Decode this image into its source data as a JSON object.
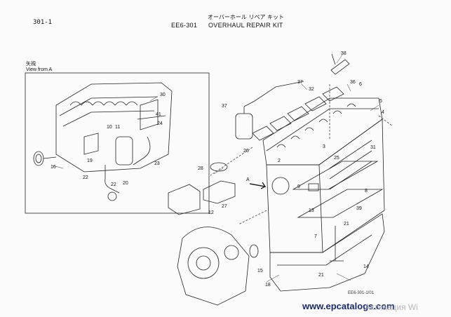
{
  "header": {
    "page_ref": "301-1",
    "section_code": "EE6-301",
    "title_jp": "オーバーホール リペア キット",
    "title_en": "OVERHAUL REPAIR KIT"
  },
  "inset": {
    "label_jp": "矢視",
    "label_en": "View from A"
  },
  "arrow_label": "A",
  "callouts": [
    "38",
    "37",
    "36",
    "6",
    "32",
    "37",
    "5",
    "4",
    "30",
    "41",
    "10",
    "11",
    "24",
    "31",
    "3",
    "26",
    "2",
    "25",
    "19",
    "28",
    "22",
    "23",
    "20",
    "16",
    "22",
    "9",
    "8",
    "27",
    "A",
    "13",
    "39",
    "12",
    "7",
    "15",
    "21",
    "18",
    "21",
    "14"
  ],
  "footer": {
    "code": "EE6-301-1/01",
    "watermark": "www.epcatalogs.com",
    "overlay": "Активация Wi"
  }
}
